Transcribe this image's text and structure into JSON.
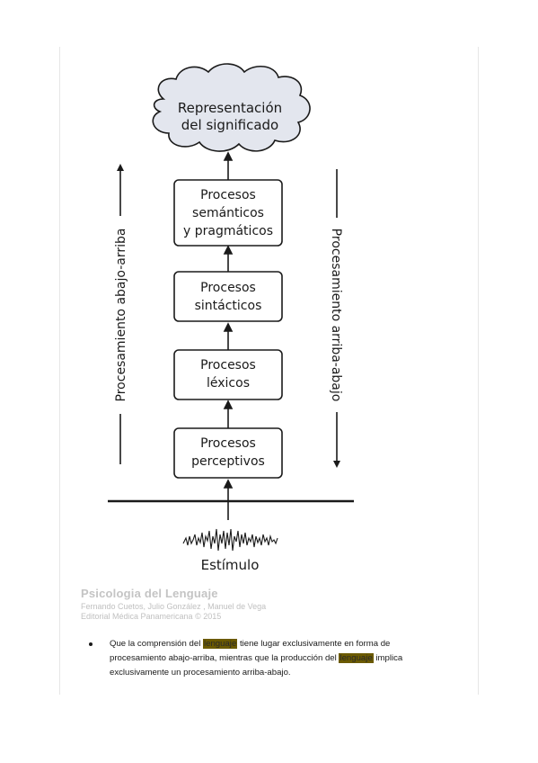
{
  "diagram": {
    "cloud": {
      "line1": "Representación",
      "line2": "del significado"
    },
    "boxes": [
      {
        "lines": [
          "Procesos",
          "semánticos",
          "y pragmáticos"
        ]
      },
      {
        "lines": [
          "Procesos",
          "sintácticos"
        ]
      },
      {
        "lines": [
          "Procesos",
          "léxicos"
        ]
      },
      {
        "lines": [
          "Procesos",
          "perceptivos"
        ]
      }
    ],
    "left_label": "Procesamiento abajo-arriba",
    "right_label": "Procesamiento arriba-abajo",
    "stimulus": "Estímulo"
  },
  "caption": {
    "title": "Psicologia del Lenguaje",
    "authors": "Fernando Cuetos, Julio González , Manuel de Vega",
    "publisher": "Editorial Médica Panamericana © 2015"
  },
  "bullet": {
    "part1": "Que la comprensión del ",
    "hl1": "lenguaje",
    "part2": " tiene lugar exclusivamente en forma de procesamiento abajo-arriba, mientras que la producción del ",
    "hl2": "lenguaje",
    "part3": " implica exclusivamente un procesamiento arriba-abajo."
  }
}
